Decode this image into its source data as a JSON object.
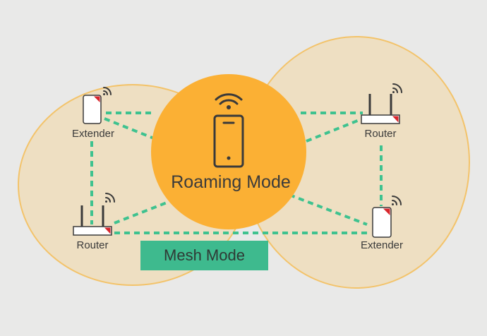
{
  "colors": {
    "background": "#e9e9e8",
    "zone_fill": "#eedfc2",
    "zone_stroke": "#f3c36a",
    "roaming_circle": "#fbb034",
    "link": "#3ec28f",
    "mesh_badge": "#3eba8e",
    "device_accent": "#d8262c",
    "device_stroke": "#3a3a3a"
  },
  "devices": {
    "top_left": {
      "label": "Extender",
      "icon": "extender-icon"
    },
    "top_right": {
      "label": "Router",
      "icon": "router-icon"
    },
    "bottom_left": {
      "label": "Router",
      "icon": "router-icon"
    },
    "bottom_right": {
      "label": "Extender",
      "icon": "extender-icon"
    }
  },
  "roaming": {
    "label": "Roaming Mode",
    "icon": "smartphone-wifi-icon"
  },
  "mesh": {
    "label": "Mesh Mode"
  }
}
